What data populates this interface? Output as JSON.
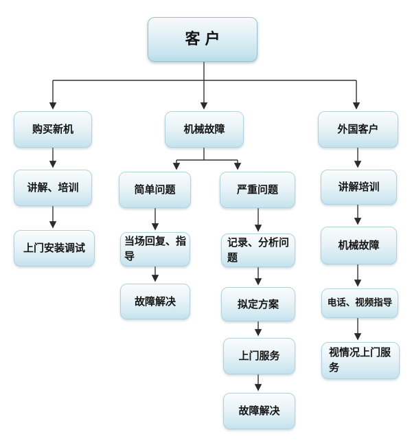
{
  "diagram": {
    "type": "flowchart",
    "background_color": "#ffffff",
    "node_fill_top": "#f8fcfd",
    "node_fill_bottom": "#c4e3ee",
    "node_border_color": "#b2d1dc",
    "connector_color": "#303030",
    "text_color": "#141414",
    "nodes": [
      {
        "id": "customer",
        "label": "客户"
      },
      {
        "id": "buy-new-machine",
        "label": "购买新机"
      },
      {
        "id": "mechanical-fault",
        "label": "机械故障"
      },
      {
        "id": "foreign-customer",
        "label": "外国客户"
      },
      {
        "id": "explain-training-left",
        "label": "讲解、培训"
      },
      {
        "id": "onsite-install-debug",
        "label": "上门安装调试"
      },
      {
        "id": "simple-problem",
        "label": "简单问题"
      },
      {
        "id": "serious-problem",
        "label": "严重问题"
      },
      {
        "id": "onspot-reply-guidance",
        "label": "当场回复、指导"
      },
      {
        "id": "fault-resolved-left",
        "label": "故障解决"
      },
      {
        "id": "record-analyze-problem",
        "label": "记录、分析问题"
      },
      {
        "id": "draft-plan",
        "label": "拟定方案"
      },
      {
        "id": "onsite-service",
        "label": "上门服务"
      },
      {
        "id": "fault-resolved-middle",
        "label": "故障解决"
      },
      {
        "id": "explain-training-right",
        "label": "讲解培训"
      },
      {
        "id": "mechanical-fault-right",
        "label": "机械故障"
      },
      {
        "id": "phone-video-guidance",
        "label": "电话、视频指导"
      },
      {
        "id": "situational-onsite-service",
        "label": "视情况上门服务"
      }
    ],
    "edges": [
      {
        "from": "customer",
        "to": "buy-new-machine"
      },
      {
        "from": "customer",
        "to": "mechanical-fault"
      },
      {
        "from": "customer",
        "to": "foreign-customer"
      },
      {
        "from": "buy-new-machine",
        "to": "explain-training-left"
      },
      {
        "from": "explain-training-left",
        "to": "onsite-install-debug"
      },
      {
        "from": "mechanical-fault",
        "to": "simple-problem"
      },
      {
        "from": "mechanical-fault",
        "to": "serious-problem"
      },
      {
        "from": "simple-problem",
        "to": "onspot-reply-guidance"
      },
      {
        "from": "onspot-reply-guidance",
        "to": "fault-resolved-left"
      },
      {
        "from": "serious-problem",
        "to": "record-analyze-problem"
      },
      {
        "from": "record-analyze-problem",
        "to": "draft-plan"
      },
      {
        "from": "draft-plan",
        "to": "onsite-service"
      },
      {
        "from": "onsite-service",
        "to": "fault-resolved-middle"
      },
      {
        "from": "foreign-customer",
        "to": "explain-training-right"
      },
      {
        "from": "explain-training-right",
        "to": "mechanical-fault-right"
      },
      {
        "from": "mechanical-fault-right",
        "to": "phone-video-guidance"
      },
      {
        "from": "phone-video-guidance",
        "to": "situational-onsite-service"
      }
    ]
  }
}
